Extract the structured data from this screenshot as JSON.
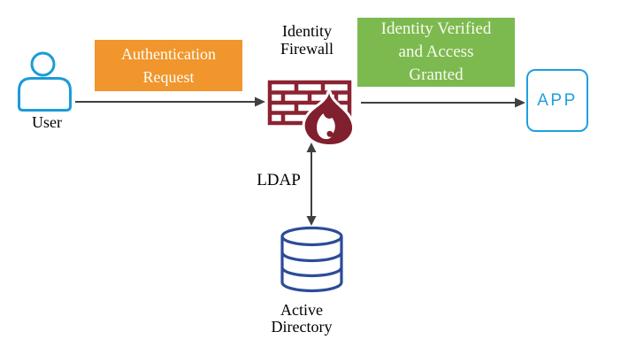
{
  "nodes": {
    "user": {
      "label": "User"
    },
    "firewall": {
      "label": "Identity Firewall",
      "label_lines": [
        "Identity",
        "Firewall"
      ]
    },
    "app": {
      "label": "APP"
    },
    "active_directory": {
      "label": "Active Directory",
      "label_lines": [
        "Active",
        "Directory"
      ]
    }
  },
  "flows": {
    "auth_request": {
      "label": "Authentication Request",
      "label_lines": [
        "Authentication",
        "Request"
      ],
      "fill_color": "#F0962D",
      "text_color": "#FFFEF8"
    },
    "access_granted": {
      "label": "Identity Verified and Access Granted",
      "label_lines": [
        "Identity Verified",
        "and Access",
        "Granted"
      ],
      "fill_color": "#7CBA50",
      "text_color": "#FAFAEE"
    },
    "ldap": {
      "label": "LDAP"
    }
  },
  "icons": {
    "user_icon": "person-outline",
    "firewall_icon": "brick-wall",
    "flame_icon": "flame",
    "database_icon": "database-cylinders",
    "app_icon": "rounded-square-app",
    "arrow_style": "solid-gray-connector"
  },
  "colors": {
    "user_blue": "#1B9BD8",
    "app_blue": "#1FA0DD",
    "firewall_maroon": "#8B2332",
    "flame_maroon": "#801F2D",
    "database_navy": "#2C4C99",
    "arrow_gray": "#404040",
    "text_black": "#000000",
    "background": "#FFFFFF"
  }
}
